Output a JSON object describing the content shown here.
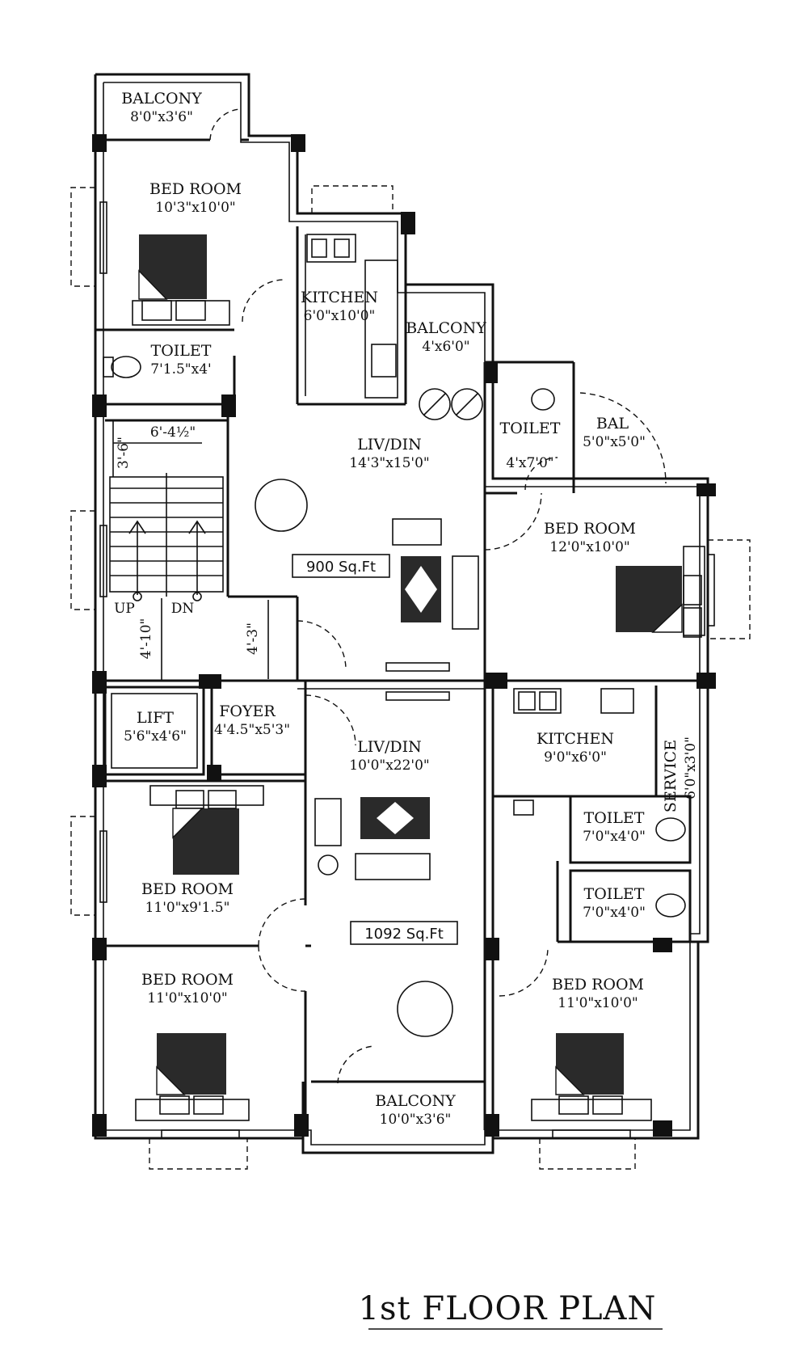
{
  "title": "1st FLOOR PLAN",
  "flats": [
    {
      "area": "900 Sq.Ft"
    },
    {
      "area": "1092 Sq.Ft"
    }
  ],
  "rooms": [
    {
      "name": "BALCONY",
      "size": "8'0\"x3'6\""
    },
    {
      "name": "BED ROOM",
      "size": "10'3\"x10'0\""
    },
    {
      "name": "KITCHEN",
      "size": "6'0\"x10'0\""
    },
    {
      "name": "BALCONY",
      "size": "4'x6'0\""
    },
    {
      "name": "TOILET",
      "size": "7'1.5\"x4'"
    },
    {
      "name": "TOILET",
      "size": "4'x7'0\""
    },
    {
      "name": "BAL",
      "size": "5'0\"x5'0\""
    },
    {
      "name": "LIV/DIN",
      "size": "14'3\"x15'0\""
    },
    {
      "name": "BED ROOM",
      "size": "12'0\"x10'0\""
    },
    {
      "name": "LIFT",
      "size": "5'6\"x4'6\""
    },
    {
      "name": "FOYER",
      "size": "4'4.5\"x5'3\""
    },
    {
      "name": "LIV/DIN",
      "size": "10'0\"x22'0\""
    },
    {
      "name": "KITCHEN",
      "size": "9'0\"x6'0\""
    },
    {
      "name": "SERVICE",
      "size": "6'0\"x3'0\""
    },
    {
      "name": "TOILET",
      "size": "7'0\"x4'0\""
    },
    {
      "name": "TOILET",
      "size": "7'0\"x4'0\""
    },
    {
      "name": "BED ROOM",
      "size": "11'0\"x9'1.5\""
    },
    {
      "name": "BED ROOM",
      "size": "11'0\"x10'0\""
    },
    {
      "name": "BED ROOM",
      "size": "11'0\"x10'0\""
    },
    {
      "name": "BALCONY",
      "size": "10'0\"x3'6\""
    }
  ],
  "stair": {
    "up": "UP",
    "dn": "DN",
    "dims": [
      "3'-6\"",
      "6'-4½\"",
      "4'-10\"",
      "4'-3\""
    ]
  }
}
